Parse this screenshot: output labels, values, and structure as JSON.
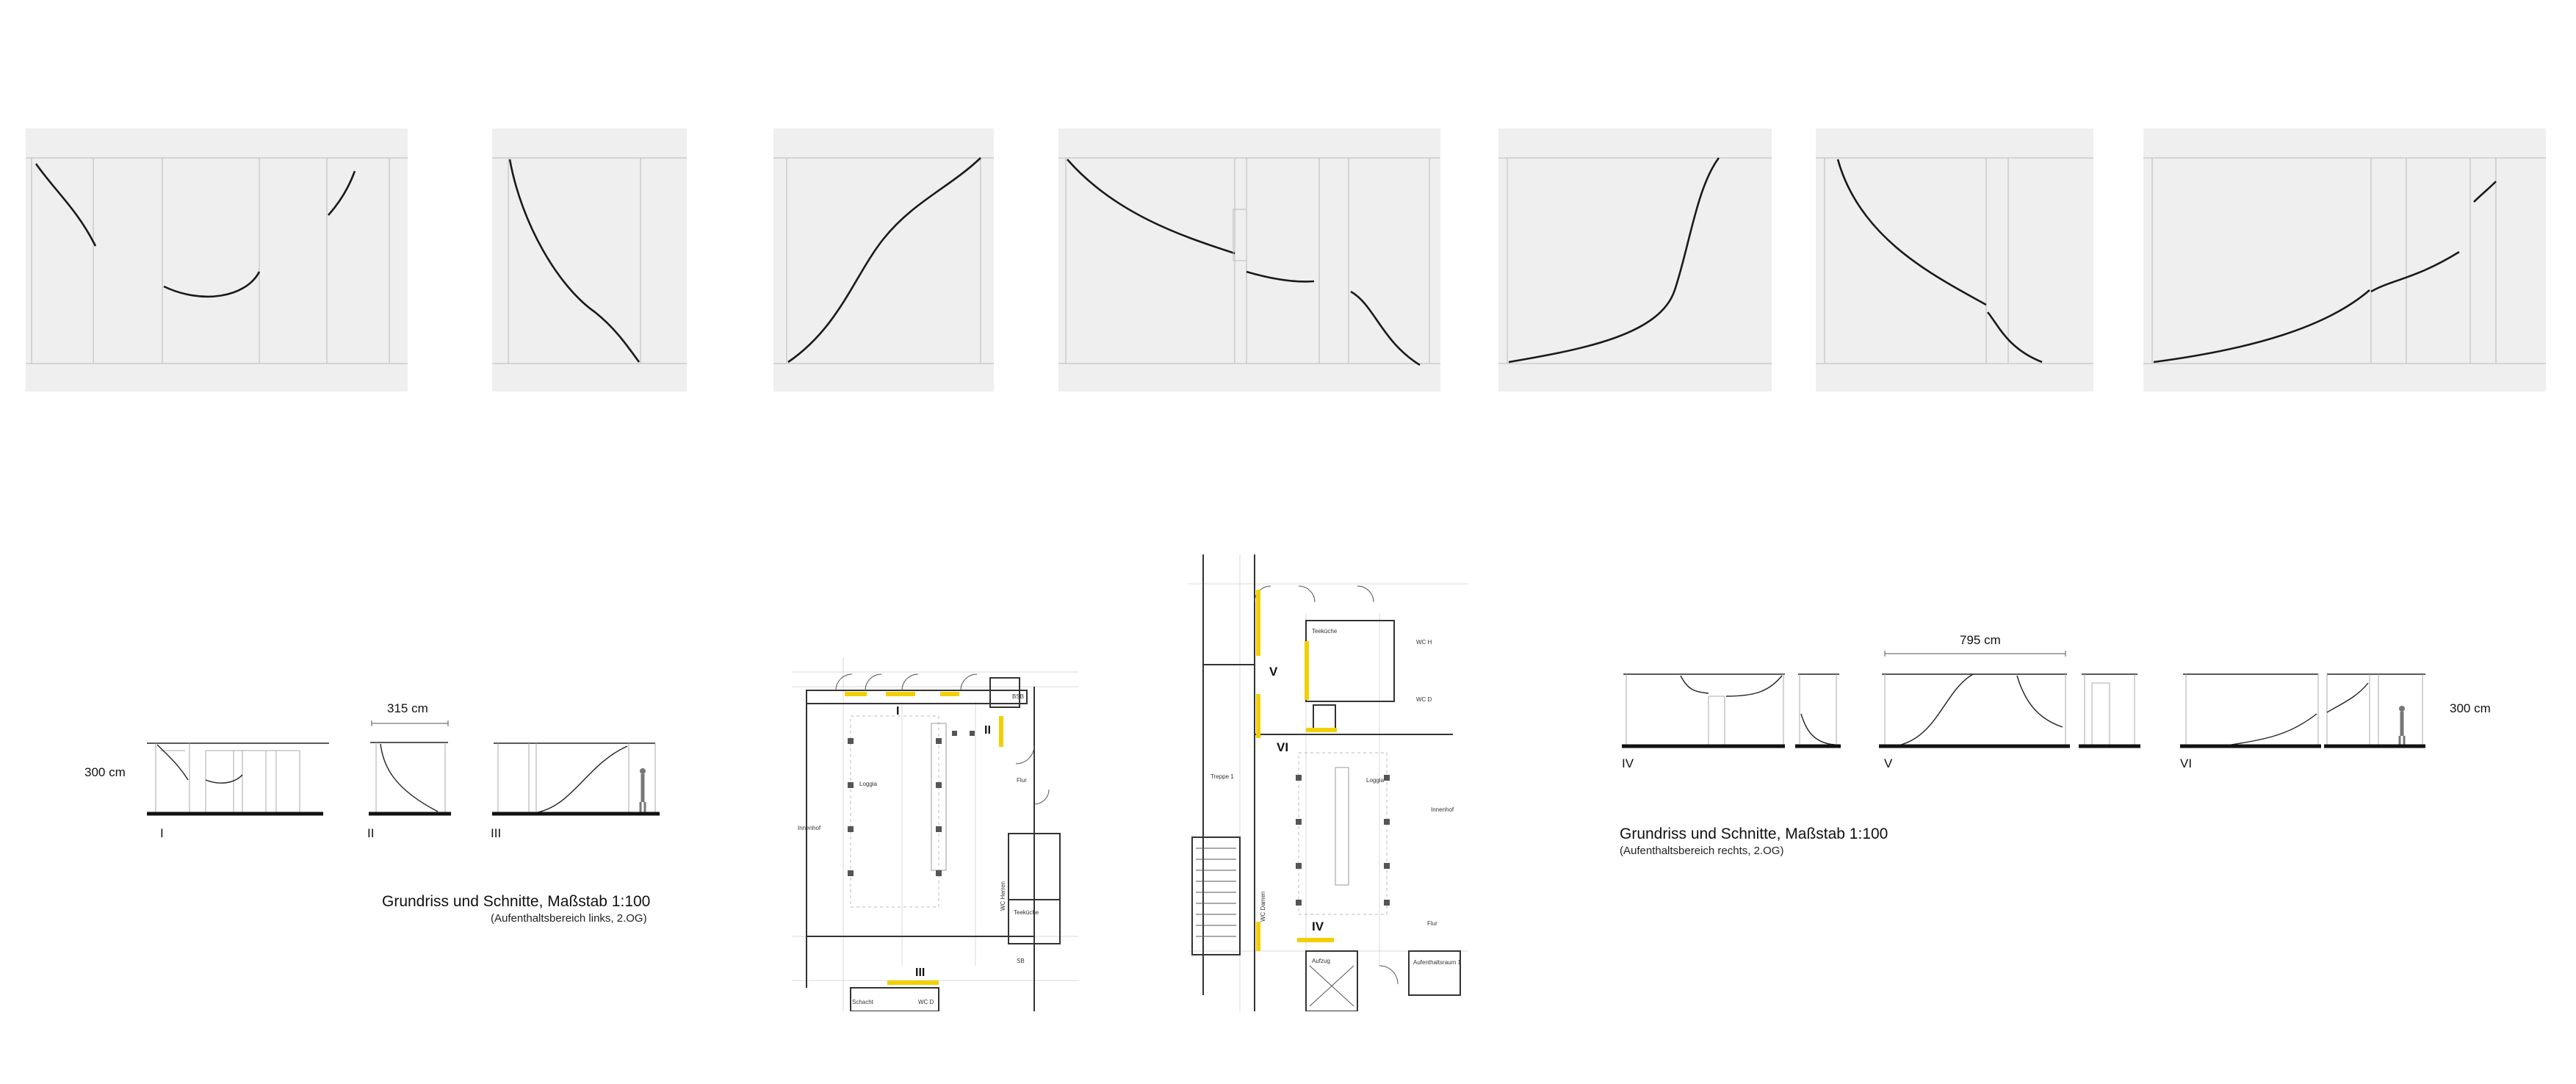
{
  "colors": {
    "accent": "#f2d000",
    "ink": "#111111",
    "paper": "#efefef"
  },
  "left": {
    "dim_height": "300 cm",
    "dim_width": "315 cm",
    "section_labels": [
      "I",
      "II",
      "III"
    ],
    "title": "Grundriss und Schnitte, Maßstab 1:100",
    "subtitle": "(Aufenthaltsbereich links, 2.OG)"
  },
  "right": {
    "dim_width": "795 cm",
    "dim_height": "300 cm",
    "section_labels": [
      "IV",
      "V",
      "VI"
    ],
    "title": "Grundriss und Schnitte, Maßstab 1:100",
    "subtitle": "(Aufenthaltsbereich rechts, 2.OG)"
  },
  "plan_left": {
    "markers": [
      "I",
      "II",
      "III"
    ],
    "rooms": [
      "BSB",
      "Loggia",
      "Flur",
      "Innenhof",
      "Teeküche",
      "WC Herren",
      "Schacht",
      "WC D",
      "SB"
    ]
  },
  "plan_right": {
    "markers": [
      "V",
      "VI",
      "IV"
    ],
    "rooms": [
      "Teeküche",
      "WC H",
      "WC D",
      "Treppe 1",
      "Loggia",
      "Innenhof",
      "Flur",
      "Aufzug",
      "Aufenthaltsraum 1",
      "WC Damen"
    ]
  }
}
